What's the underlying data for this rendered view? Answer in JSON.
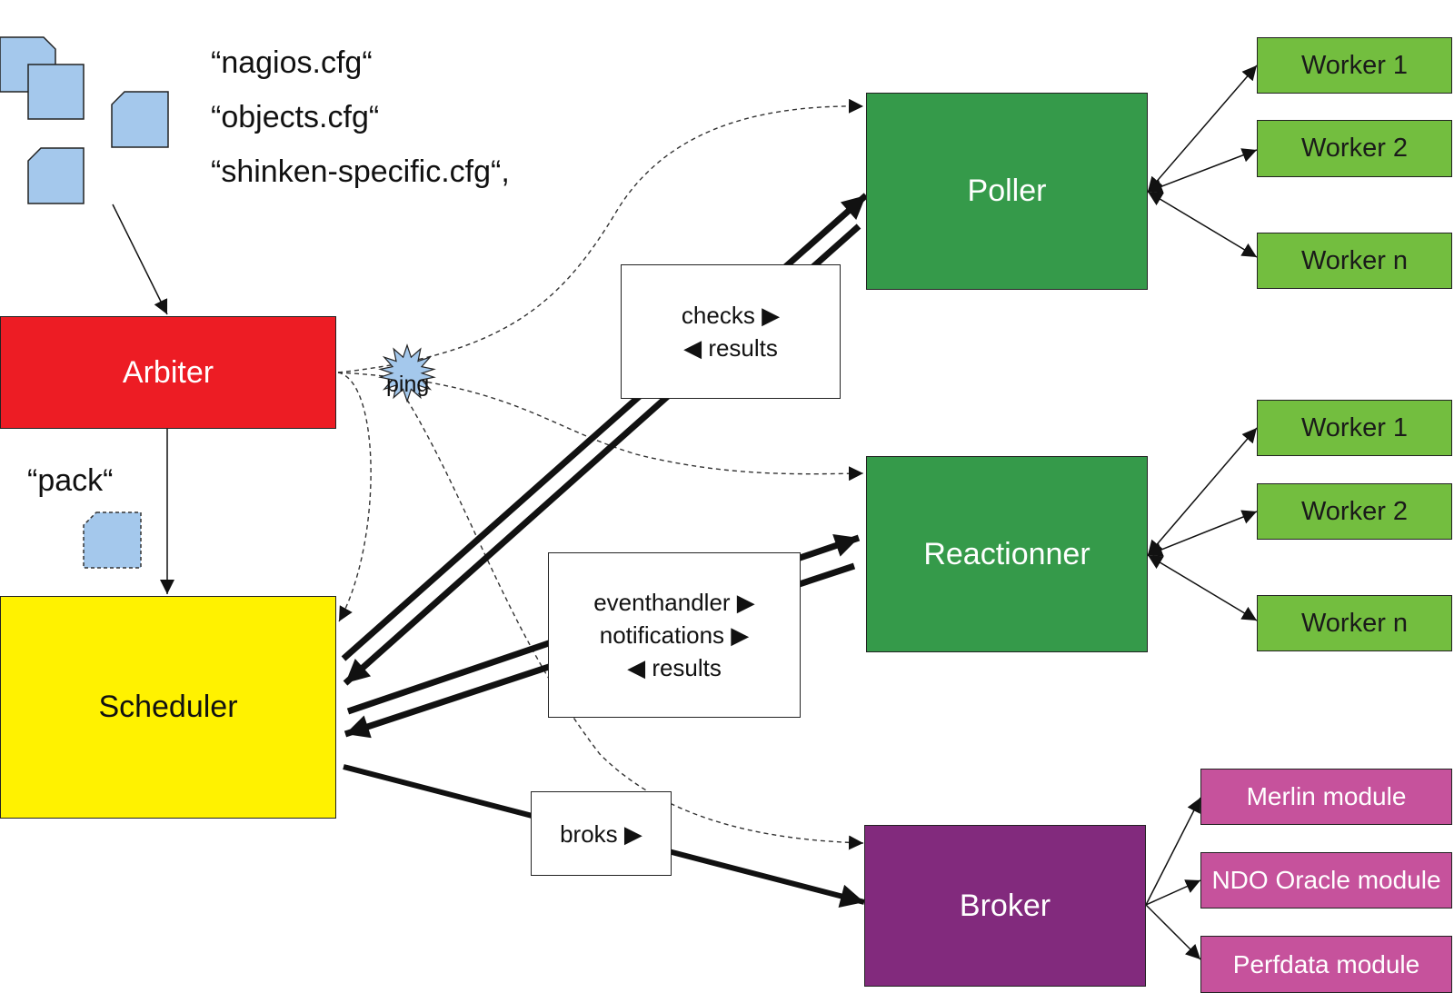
{
  "config_files": [
    "“nagios.cfg“",
    "“objects.cfg“",
    "“shinken-specific.cfg“,"
  ],
  "pack_label": "“pack“",
  "nodes": {
    "arbiter": "Arbiter",
    "scheduler": "Scheduler",
    "poller": "Poller",
    "reactionner": "Reactionner",
    "broker": "Broker"
  },
  "poller_workers": [
    "Worker 1",
    "Worker 2",
    "Worker n"
  ],
  "reactionner_workers": [
    "Worker 1",
    "Worker 2",
    "Worker n"
  ],
  "broker_modules": [
    "Merlin module",
    "NDO Oracle module",
    "Perfdata module"
  ],
  "ping_label": "ping",
  "poller_link": {
    "line1": "checks ▶",
    "line2": "◀ results"
  },
  "reactionner_link": {
    "line1": "eventhandler ▶",
    "line2": "notifications  ▶",
    "line3": "◀ results"
  },
  "broker_link": "broks ▶",
  "colors": {
    "arbiter": "#ed1c24",
    "scheduler": "#fff200",
    "poller": "#359a4a",
    "reactionner": "#359a4a",
    "broker": "#822a7d",
    "worker": "#73be3f",
    "module": "#c6529c",
    "file": "#a4c8ec",
    "ping": "#a4c8ec"
  }
}
